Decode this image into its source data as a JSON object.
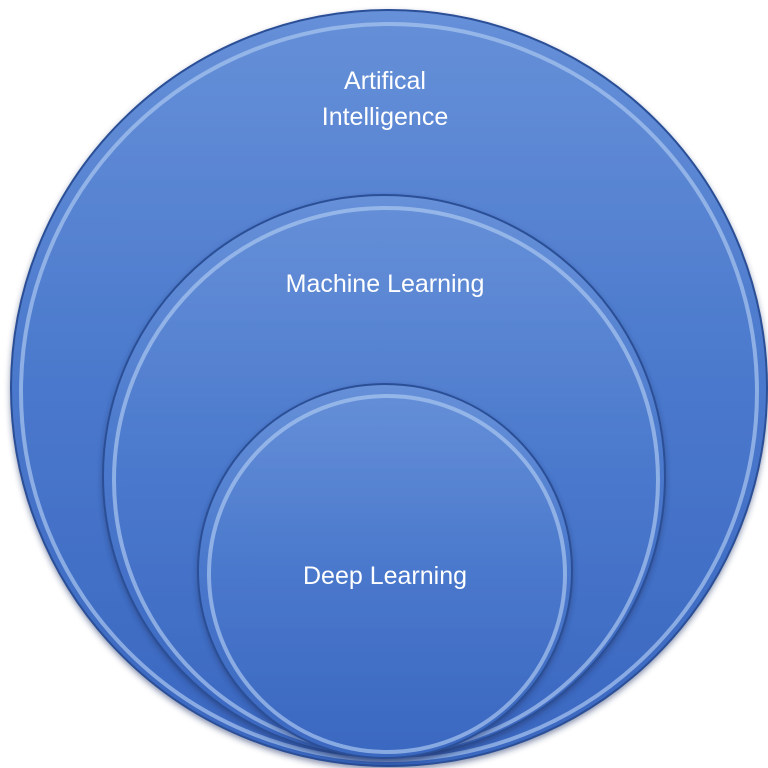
{
  "diagram": {
    "type": "nested-circles",
    "circles": [
      {
        "id": "ai",
        "label_lines": [
          "Artifical",
          "Intelligence"
        ]
      },
      {
        "id": "ml",
        "label_lines": [
          "Machine Learning"
        ]
      },
      {
        "id": "dl",
        "label_lines": [
          "Deep Learning"
        ]
      }
    ],
    "colors": {
      "fill_top": "#5f8bd6",
      "fill_bottom": "#3a67c0",
      "rim": "#a9c6f0",
      "edge": "#2c4f96",
      "text": "#ffffff"
    }
  }
}
